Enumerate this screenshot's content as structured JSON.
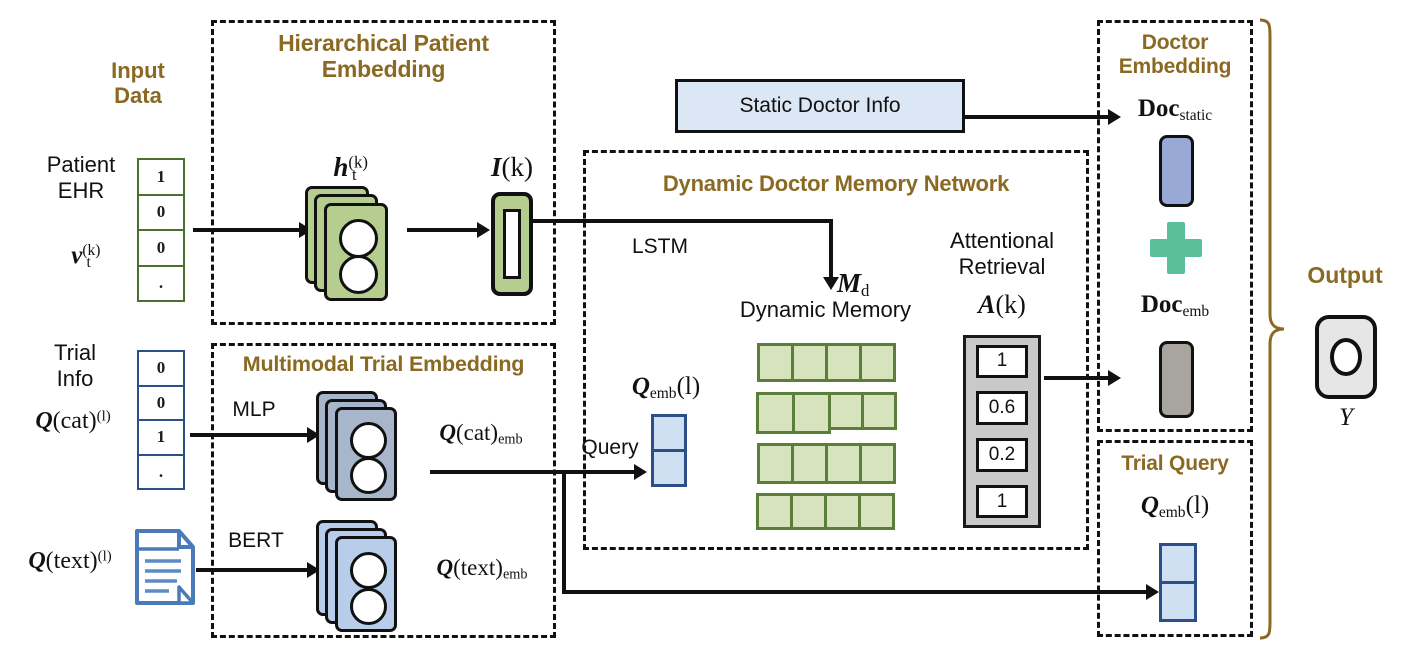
{
  "figure": {
    "type": "architecture-diagram",
    "title": "Dynamic Doctor Memory Network clinical trial matching architecture"
  },
  "colors": {
    "gold_title": "#8a6a23",
    "green_fill": "#b5cd8e",
    "green_border": "#4a7030",
    "memory_cell_fill": "#d6e3bd",
    "memory_cell_border": "#5b7f38",
    "blue_light": "#cfe0f3",
    "blue_border": "#2b4f86",
    "blue_slate": "#a8b6cc",
    "blue_doc_static": "#97a9d4",
    "gray_doc_emb": "#a8a49e",
    "gray_attention": "#c9c9c9",
    "plus_green": "#5cbf9b",
    "output_fill": "#e6e6e6",
    "brace": "#8a6a23"
  },
  "input": {
    "group_label_line1": "Input",
    "group_label_line2": "Data",
    "patient": {
      "label_line1": "Patient",
      "label_line2": "EHR",
      "symbol_base": "v",
      "symbol_sub": "t",
      "symbol_sup": "(k)",
      "vector_values": [
        "1",
        "0",
        "0",
        "."
      ]
    },
    "trial": {
      "label_line1": "Trial",
      "label_line2": "Info",
      "symbol_cat_base": "Q",
      "symbol_cat_paren": "(cat)",
      "symbol_cat_sup": "(l)",
      "vector_values": [
        "0",
        "0",
        "1",
        "."
      ],
      "symbol_text_base": "Q",
      "symbol_text_paren": "(text)",
      "symbol_text_sup": "(l)"
    }
  },
  "hierarchical_patient_embedding": {
    "title_line1": "Hierarchical Patient",
    "title_line2": "Embedding",
    "hidden_state": {
      "base": "h",
      "sub": "t",
      "sup": "(k)"
    },
    "patient_embedding": {
      "base": "I",
      "arg": "(k)"
    }
  },
  "multimodal_trial_embedding": {
    "title": "Multimodal Trial Embedding",
    "cat_encoder": "MLP",
    "text_encoder": "BERT",
    "cat_output": {
      "base": "Q",
      "paren": "(cat)",
      "sub": "emb"
    },
    "text_output": {
      "base": "Q",
      "paren": "(text)",
      "sub": "emb"
    }
  },
  "static_doctor": {
    "box_label": "Static Doctor Info"
  },
  "dynamic_doctor_memory_network": {
    "title": "Dynamic Doctor Memory Network",
    "lstm_label": "LSTM",
    "memory_symbol": {
      "base": "M",
      "sub": "d"
    },
    "memory_caption": "Dynamic Memory",
    "memory_rows": 4,
    "memory_cols": 4,
    "query_label": "Query",
    "query_symbol": {
      "base": "Q",
      "sub": "emb",
      "arg": "(l)"
    },
    "attention_title_line1": "Attentional",
    "attention_title_line2": "Retrieval",
    "attention_symbol": {
      "base": "A",
      "arg": "(k)"
    },
    "attention_values": [
      "1",
      "0.6",
      "0.2",
      "1"
    ]
  },
  "doctor_embedding": {
    "title_line1": "Doctor",
    "title_line2": "Embedding",
    "static_label": {
      "base": "Doc",
      "sub": "static"
    },
    "emb_label": {
      "base": "Doc",
      "sub": "emb"
    },
    "combine_operator": "+"
  },
  "trial_query": {
    "title": "Trial Query",
    "symbol": {
      "base": "Q",
      "sub": "emb",
      "arg": "(l)"
    }
  },
  "output": {
    "title": "Output",
    "symbol": "Y"
  },
  "chart_data": {
    "type": "diagram",
    "nodes": [
      {
        "id": "patient_ehr_vector",
        "label": "Patient EHR v_t^(k)",
        "values": [
          "1",
          "0",
          "0",
          "."
        ]
      },
      {
        "id": "hidden_states",
        "label": "h_t^(k)"
      },
      {
        "id": "patient_embedding",
        "label": "I(k)"
      },
      {
        "id": "trial_cat_vector",
        "label": "Q(cat)^(l)",
        "values": [
          "0",
          "0",
          "1",
          "."
        ]
      },
      {
        "id": "trial_text_doc",
        "label": "Q(text)^(l)"
      },
      {
        "id": "cat_embedding",
        "label": "Q(cat)_emb"
      },
      {
        "id": "text_embedding",
        "label": "Q(text)_emb"
      },
      {
        "id": "static_doctor_info",
        "label": "Static Doctor Info"
      },
      {
        "id": "dynamic_memory",
        "label": "M_d Dynamic Memory"
      },
      {
        "id": "attention",
        "label": "A(k)",
        "values": [
          "1",
          "0.6",
          "0.2",
          "1"
        ]
      },
      {
        "id": "query_embedding",
        "label": "Q_emb(l)"
      },
      {
        "id": "doc_static",
        "label": "Doc_static"
      },
      {
        "id": "doc_emb",
        "label": "Doc_emb"
      },
      {
        "id": "trial_query",
        "label": "Q_emb(l)"
      },
      {
        "id": "output",
        "label": "Y"
      }
    ],
    "edges": [
      {
        "from": "patient_ehr_vector",
        "to": "hidden_states",
        "label": ""
      },
      {
        "from": "hidden_states",
        "to": "patient_embedding",
        "label": ""
      },
      {
        "from": "patient_embedding",
        "to": "dynamic_memory",
        "label": "LSTM"
      },
      {
        "from": "trial_cat_vector",
        "to": "cat_embedding",
        "label": "MLP"
      },
      {
        "from": "trial_text_doc",
        "to": "text_embedding",
        "label": "BERT"
      },
      {
        "from": "cat_embedding",
        "to": "query_embedding",
        "label": "Query"
      },
      {
        "from": "text_embedding",
        "to": "trial_query",
        "label": ""
      },
      {
        "from": "static_doctor_info",
        "to": "doc_static",
        "label": ""
      },
      {
        "from": "attention",
        "to": "doc_emb",
        "label": ""
      },
      {
        "from": "doc_static",
        "to": "output",
        "label": ""
      },
      {
        "from": "doc_emb",
        "to": "output",
        "label": ""
      },
      {
        "from": "trial_query",
        "to": "output",
        "label": ""
      }
    ]
  }
}
